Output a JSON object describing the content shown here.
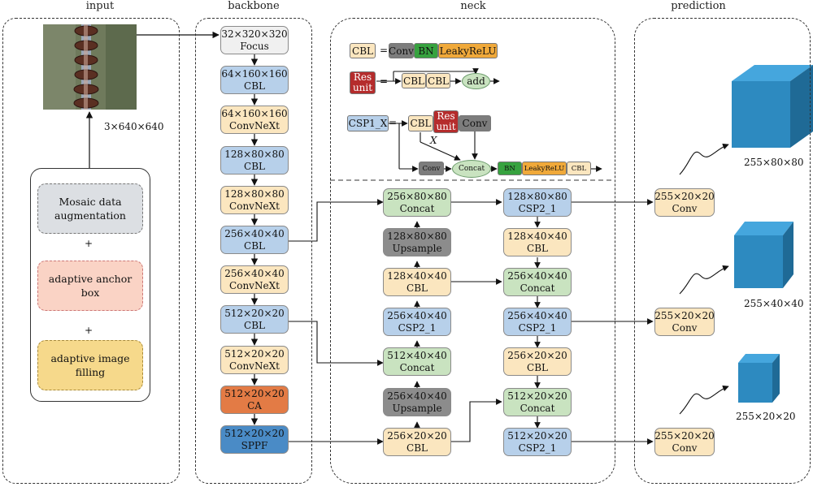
{
  "sections": {
    "input": "input",
    "backbone": "backbone",
    "neck": "neck",
    "prediction": "prediction"
  },
  "input": {
    "image_size": "3×640×640",
    "augmentations": {
      "mosaic": [
        "Mosaic data",
        "augmentation"
      ],
      "plus1": "+",
      "anchor": [
        "adaptive anchor",
        "box"
      ],
      "plus2": "+",
      "filling": [
        "adaptive image",
        "filling"
      ]
    }
  },
  "backbone": [
    {
      "dim": "32×320×320",
      "op": "Focus",
      "color": "#f0f0f0"
    },
    {
      "dim": "64×160×160",
      "op": "CBL",
      "color": "#b7d0ea"
    },
    {
      "dim": "64×160×160",
      "op": "ConvNeXt",
      "color": "#fbe6bf"
    },
    {
      "dim": "128×80×80",
      "op": "CBL",
      "color": "#b7d0ea"
    },
    {
      "dim": "128×80×80",
      "op": "ConvNeXt",
      "color": "#fbe6bf"
    },
    {
      "dim": "256×40×40",
      "op": "CBL",
      "color": "#b7d0ea"
    },
    {
      "dim": "256×40×40",
      "op": "ConvNeXt",
      "color": "#fbe6bf"
    },
    {
      "dim": "512×20×20",
      "op": "CBL",
      "color": "#b7d0ea"
    },
    {
      "dim": "512×20×20",
      "op": "ConvNeXt",
      "color": "#fbe6bf"
    },
    {
      "dim": "512×20×20",
      "op": "CA",
      "color": "#e37b45"
    },
    {
      "dim": "512×20×20",
      "op": "SPPF",
      "color": "#4a8bc6"
    }
  ],
  "legend": {
    "cbl": {
      "label": "CBL",
      "eq": "=",
      "conv": "Conv",
      "bn": "BN",
      "leaky": "LeakyReLU"
    },
    "res": {
      "label": [
        "Res",
        "unit"
      ],
      "eq": "=",
      "cbl1": "CBL",
      "cbl2": "CBL",
      "add": "add"
    },
    "csp": {
      "label": "CSP1_X",
      "eq": "=",
      "cbl": "CBL",
      "res": [
        "Res",
        "unit"
      ],
      "conv": "Conv",
      "x": "X",
      "conv2": "Conv",
      "concat": "Concat",
      "bn": "BN",
      "leaky": "LeakyReLU",
      "cbl2": "CBL"
    }
  },
  "neck": {
    "left": [
      {
        "dim": "256×80×80",
        "op": "Concat"
      },
      {
        "dim": "128×80×80",
        "op": "Upsample"
      },
      {
        "dim": "128×40×40",
        "op": "CBL"
      },
      {
        "dim": "256×40×40",
        "op": "CSP2_1"
      },
      {
        "dim": "512×40×40",
        "op": "Concat"
      },
      {
        "dim": "256×40×40",
        "op": "Upsample"
      },
      {
        "dim": "256×20×20",
        "op": "CBL"
      }
    ],
    "right": [
      {
        "dim": "128×80×80",
        "op": "CSP2_1"
      },
      {
        "dim": "128×40×40",
        "op": "CBL"
      },
      {
        "dim": "256×40×40",
        "op": "Concat"
      },
      {
        "dim": "256×40×40",
        "op": "CSP2_1"
      },
      {
        "dim": "256×20×20",
        "op": "CBL"
      },
      {
        "dim": "512×20×20",
        "op": "Concat"
      },
      {
        "dim": "512×20×20",
        "op": "CSP2_1"
      }
    ]
  },
  "prediction": {
    "heads": [
      {
        "dim": "255×20×20",
        "op": "Conv",
        "output": "255×80×80"
      },
      {
        "dim": "255×20×20",
        "op": "Conv",
        "output": "255×40×40"
      },
      {
        "dim": "255×20×20",
        "op": "Conv",
        "output": "255×20×20"
      }
    ],
    "cube_color": "#2d8ac0"
  }
}
